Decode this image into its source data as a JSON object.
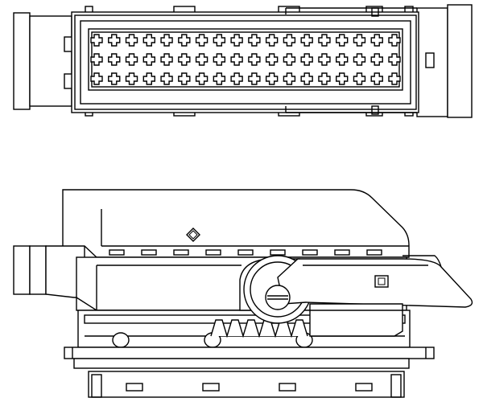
{
  "drawing": {
    "views": [
      {
        "id": "top-view",
        "view": "plan"
      },
      {
        "id": "side-view",
        "view": "elevation"
      }
    ],
    "pin_grid": {
      "rows": 3,
      "columns": 18
    },
    "side_slots": 9,
    "bottom_slots": 4,
    "gear_teeth": 6,
    "colors": {
      "line": "#000000",
      "background": "#ffffff"
    }
  }
}
